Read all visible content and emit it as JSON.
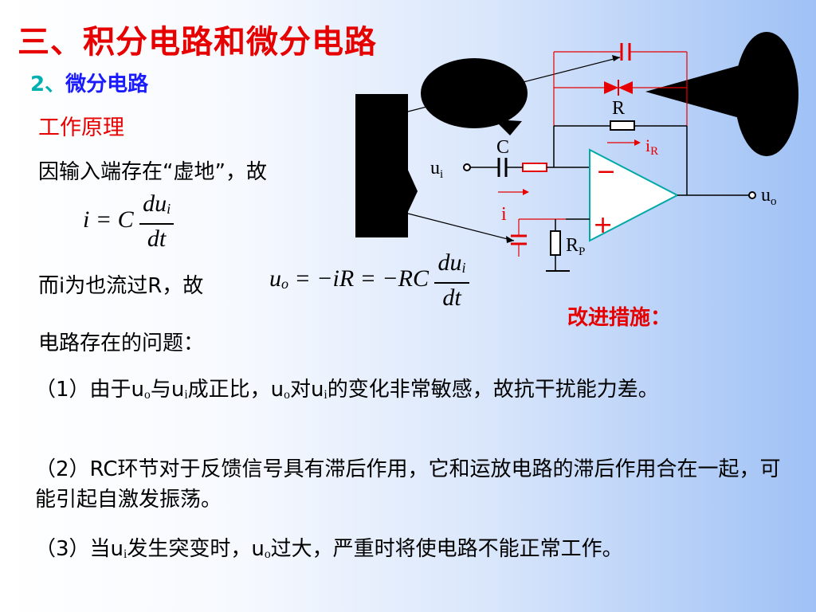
{
  "title": "三、积分电路和微分电路",
  "subtitle": {
    "num": "2、",
    "text": "微分电路"
  },
  "principle": "工作原理",
  "line1": "因输入端存在“虚地”，故",
  "eq1": {
    "lhs": "i = C",
    "num": "du",
    "num_sub": "i",
    "den": "dt"
  },
  "line3_prefix": "而i为也流过R，故",
  "eq2": {
    "u": "u",
    "u_sub": "o",
    "mid": " = −iR = −RC",
    "num": "du",
    "num_sub": "i",
    "den": "dt"
  },
  "problems_heading": "电路存在的问题：",
  "p1": {
    "a": "（1）由于u",
    "b": "o",
    "c": "与u",
    "d": "i",
    "e": "成正比，u",
    "f": "o",
    "g": "对u",
    "h": "i",
    "i": "的变化非常敏感，故抗干扰能力差。"
  },
  "p2": "（2）RC环节对于反馈信号具有滞后作用，它和运放电路的滞后作用合在一起，可能引起自激发振荡。",
  "p3": {
    "a": "（3）当u",
    "b": "i",
    "c": "发生突变时，u",
    "d": "o",
    "e": "过大，严重时将使电路不能正常工作。"
  },
  "improve": "改进措施：",
  "circuit": {
    "R": "R",
    "C": "C",
    "iR": "i",
    "iR_sub": "R",
    "ui": "u",
    "ui_sub": "i",
    "uo": "u",
    "uo_sub": "o",
    "i": "i",
    "RP": "R",
    "RP_sub": "P",
    "minus": "−",
    "plus": "+"
  },
  "colors": {
    "title": "#e60000",
    "subtitle": "#1a1aff",
    "accent": "#e60000"
  }
}
